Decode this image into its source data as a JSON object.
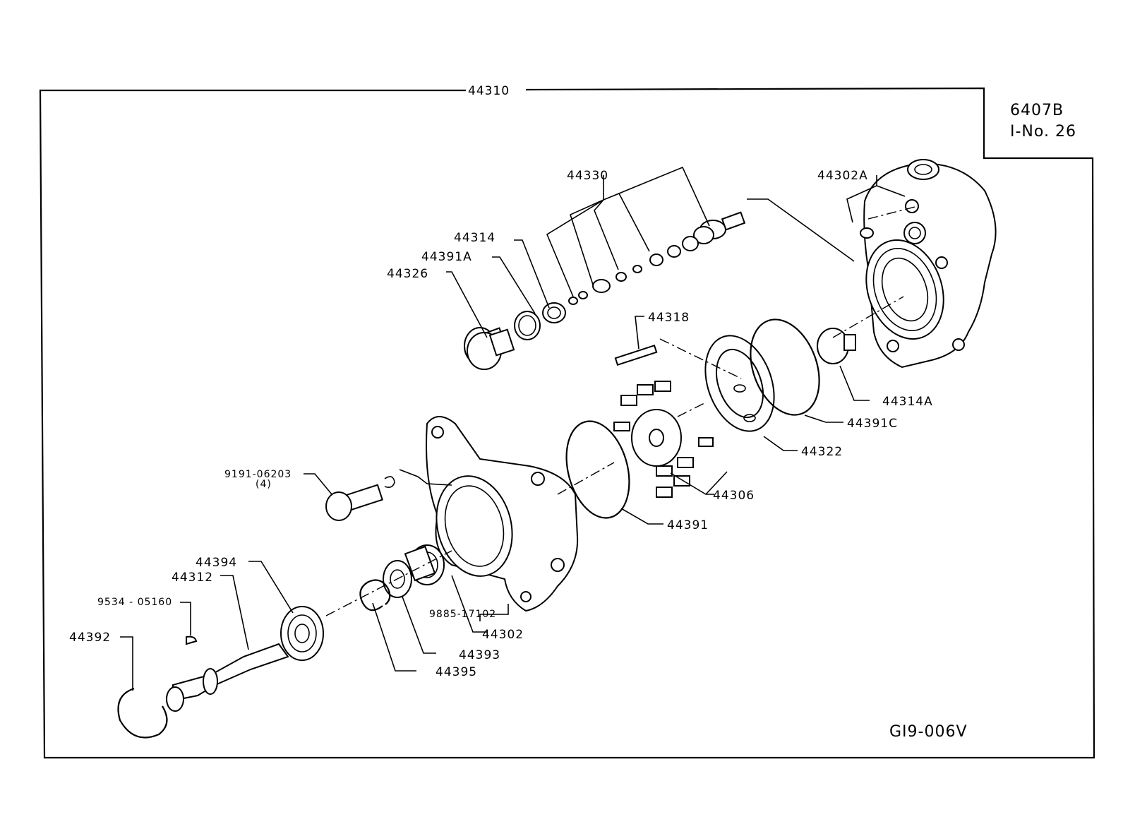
{
  "drawing": {
    "sheet_ref": "6407B",
    "sheet_no": "I-No. 26",
    "drawing_code": "GI9-006V"
  },
  "parts": {
    "p44310": "44310",
    "p44330": "44330",
    "p44302A": "44302A",
    "p44314": "44314",
    "p44391A": "44391A",
    "p44326": "44326",
    "p44318": "44318",
    "p44314A": "44314A",
    "p44391C": "44391C",
    "p44322": "44322",
    "p44306": "44306",
    "p44391": "44391",
    "p9191": "9191-06203",
    "p9191_qty": "(4)",
    "p44394": "44394",
    "p44312": "44312",
    "p9534": "9534 - 05160",
    "p44392": "44392",
    "p9885": "9885-17102",
    "p44302": "44302",
    "p44393": "44393",
    "p44395": "44395"
  }
}
